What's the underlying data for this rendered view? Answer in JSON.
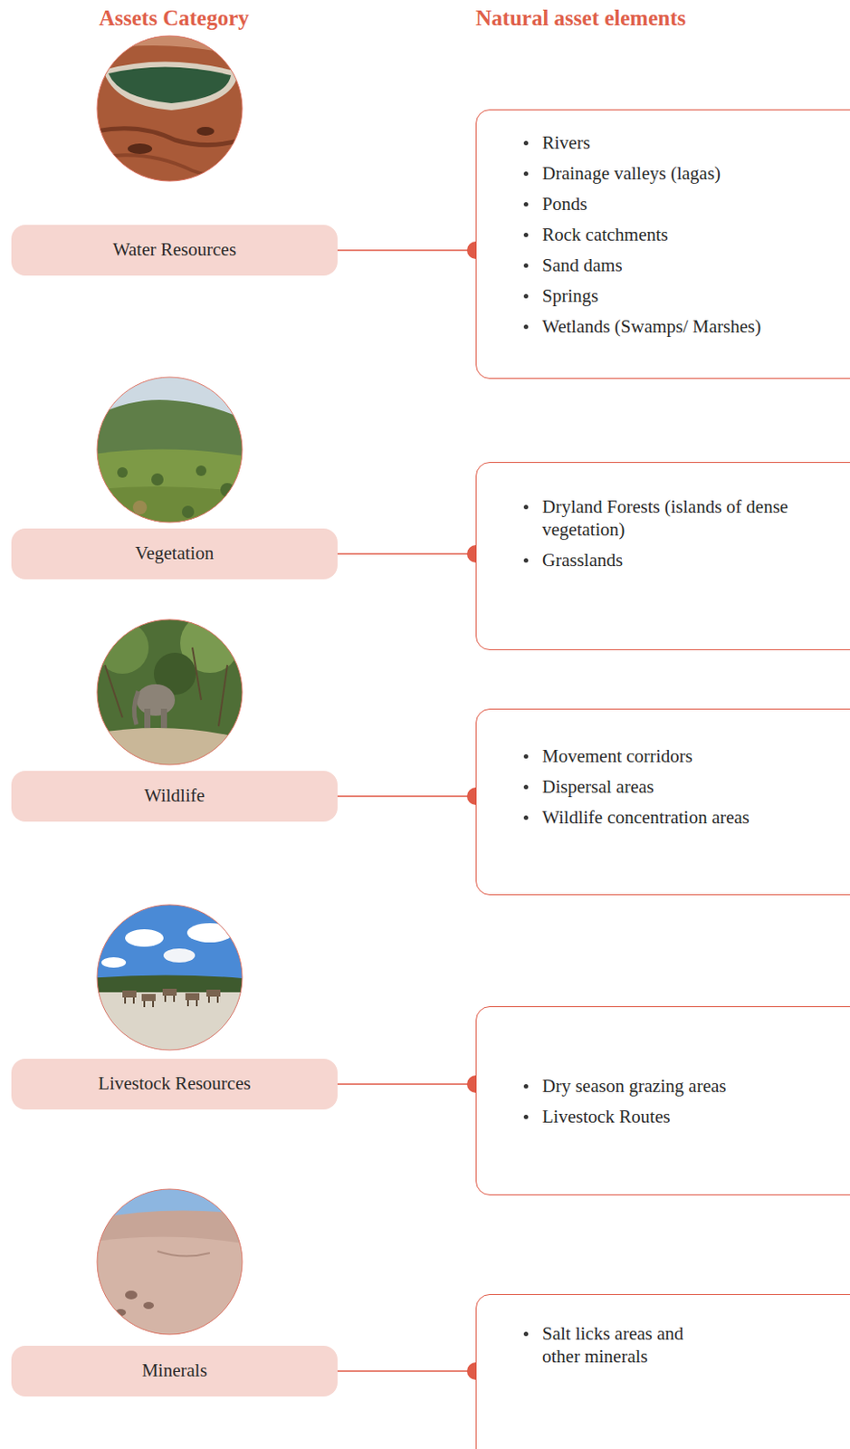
{
  "diagram": {
    "nodes": [
      {
        "text": [
          "Water Resources"
        ]
      },
      {
        "text": [
          "Rivers",
          "Drainage valleys (lagas)",
          "Ponds",
          "Rock catchments",
          "Sand dams",
          "Springs",
          "Wetlands (Swamps/ Marshes)"
        ]
      },
      {
        "text": [
          "Vegetation"
        ]
      },
      {
        "text": [
          "Dryland Forests (islands of dense vegetation)",
          "Grasslands"
        ]
      },
      {
        "text": [
          "Wildlife"
        ]
      },
      {
        "text": [
          "Movement corridors",
          "Dispersal areas",
          "Wildlife concentration areas"
        ]
      },
      {
        "text": [
          "Livestock Resources"
        ]
      },
      {
        "text": [
          "Dry season grazing areas",
          "Livestock Routes"
        ]
      },
      {
        "text": [
          "Minerals"
        ]
      },
      {
        "text": [
          "Salt licks areas and other minerals"
        ]
      }
    ],
    "edges": [
      {
        "from": 0,
        "to": 1,
        "arrow": "none"
      },
      {
        "from": 2,
        "to": 3,
        "arrow": "none"
      },
      {
        "from": 4,
        "to": 5,
        "arrow": "none"
      },
      {
        "from": 6,
        "to": 7,
        "arrow": "none"
      },
      {
        "from": 8,
        "to": 9,
        "arrow": "none"
      }
    ],
    "labels": [
      "Assets Category",
      "Natural asset elements"
    ]
  }
}
